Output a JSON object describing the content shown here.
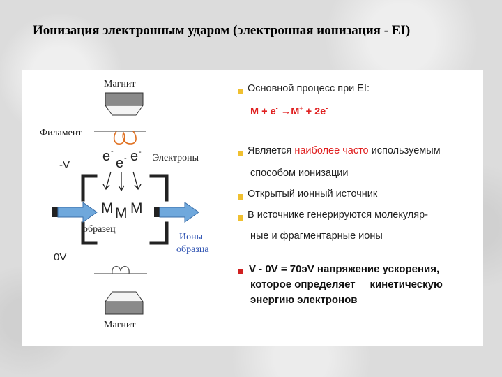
{
  "title": "Ионизация электронным ударом (электронная ионизация - EI)",
  "diagram": {
    "magnet_top": "Магнит",
    "filament": "Филамент",
    "electrons": "Электроны",
    "minus_v": "-V",
    "e1": "e",
    "e2": "e",
    "e3": "e",
    "e_sup": "-",
    "m_left": "M",
    "m_mid": "M",
    "m_right": "M",
    "sample": "образец",
    "ions_line1": "Ионы",
    "ions_line2": "образца",
    "zero_v": "0V",
    "magnet_bottom": "Магнит",
    "colors": {
      "arrow": "#6fa8dc",
      "ions_text": "#2a4fb0",
      "filament_coil": "#e07020"
    }
  },
  "bullets": {
    "b1": "Основной процесс при EI:",
    "eq_left": "M + e",
    "eq_sup1": "-",
    "eq_arrow": "→",
    "eq_mid": "M",
    "eq_sup2": "+",
    "eq_right": "+ 2e",
    "eq_sup3": "-",
    "b2_pre": "Является ",
    "b2_hl": "наиболее часто",
    "b2_post": " используемым",
    "b2_line2": "способом ионизации",
    "b3": "Открытый ионный источник",
    "b4_line1": "В источнике генерируются молекуляр-",
    "b4_line2": "ные и фрагментарные ионы",
    "b5_line1": "V - 0V = 70эV напряжение ускорения,",
    "b5_line2": "которое определяет     кинетическую",
    "b5_line3": "энергию электронов",
    "colors": {
      "bullet_yellow": "#f0c030",
      "bullet_red": "#d02020",
      "highlight": "#e02020"
    }
  }
}
